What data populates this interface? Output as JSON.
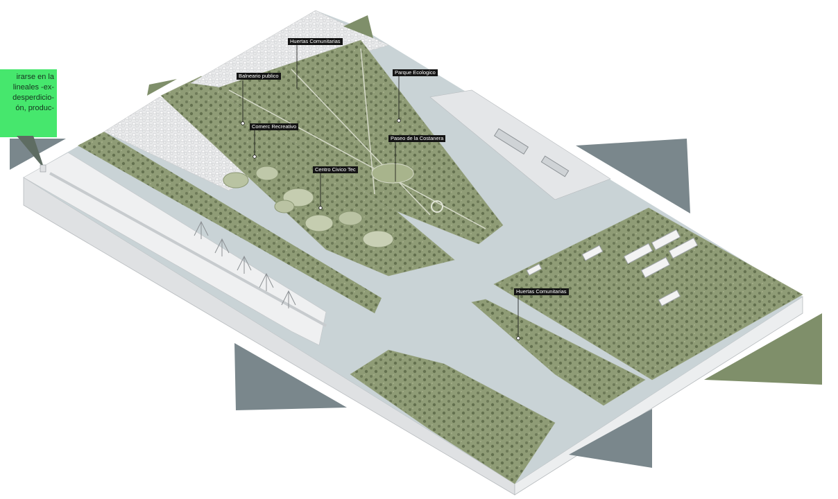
{
  "labels": {
    "huertas_north": "Huertas Comunitarias",
    "balneario": "Balneario publico",
    "parque": "Parque Ecologico",
    "comerc": "Comerc Recreativo",
    "paseo": "Paseo de la Costanera",
    "centro": "Centro Civico Tec",
    "huertas_south": "Huertas Comunitarias"
  },
  "note": {
    "lines": [
      "irarse en la",
      "lineales -ex-",
      "desperdicio-",
      "ón, produc-"
    ]
  },
  "colors": {
    "green_land": "#8c9a72",
    "water": "#c9d3d6",
    "grey_arrow": "#7d8a8f",
    "green_arrow": "#7f8f6a",
    "note_bg": "#46e76d",
    "block_side": "#e5e7e8",
    "label_bg": "#141414"
  }
}
